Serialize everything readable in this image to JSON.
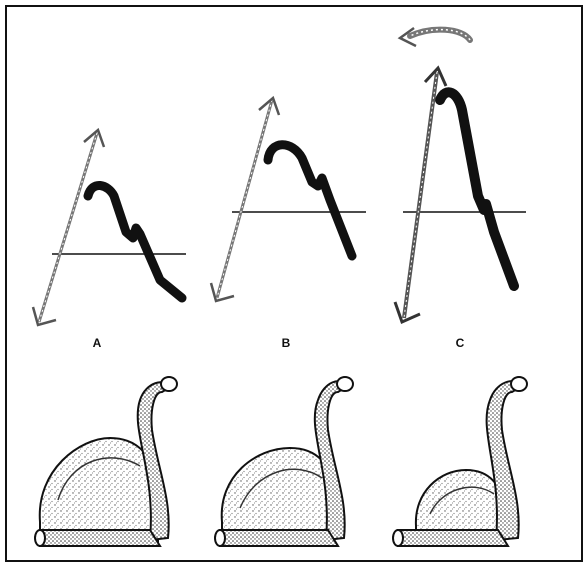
{
  "panels": [
    {
      "id": "A",
      "label": "A"
    },
    {
      "id": "B",
      "label": "B"
    },
    {
      "id": "C",
      "label": "C"
    }
  ],
  "colors": {
    "stroke": "#111111",
    "paper": "#ffffff",
    "stipple": "#9a9a9a"
  }
}
